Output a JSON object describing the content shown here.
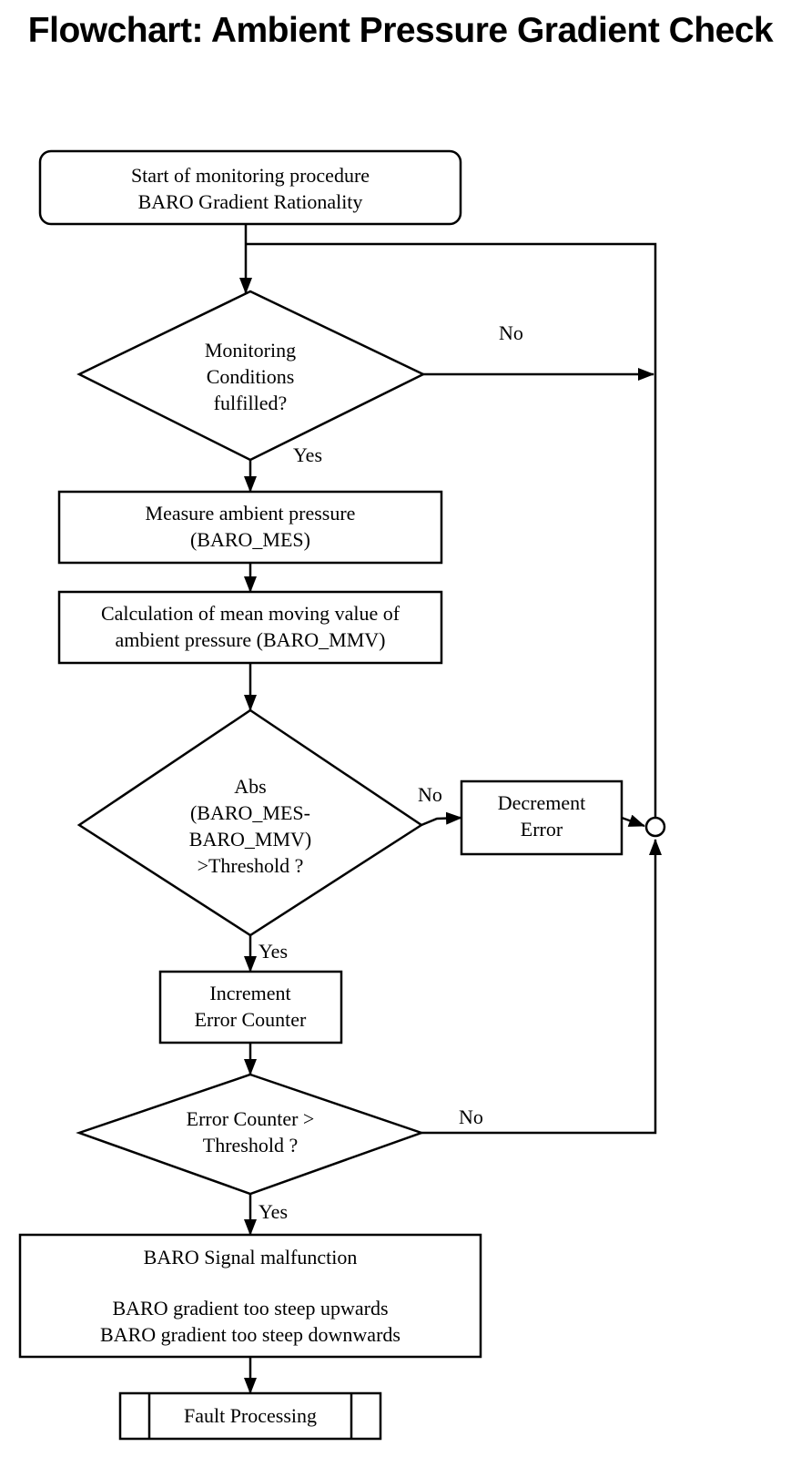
{
  "title": "Flowchart:  Ambient Pressure Gradient Check",
  "nodes": {
    "start": {
      "line1": "Start of monitoring procedure",
      "line2": "BARO Gradient Rationality"
    },
    "conditions": {
      "line1": "Monitoring",
      "line2": "Conditions",
      "line3": "fulfilled?"
    },
    "measure": {
      "line1": "Measure ambient pressure",
      "line2": "(BARO_MES)"
    },
    "calculate": {
      "line1": "Calculation of mean moving value of",
      "line2": "ambient pressure (BARO_MMV)"
    },
    "abs_check": {
      "line1": "Abs",
      "line2": "(BARO_MES-",
      "line3": "BARO_MMV)",
      "line4": ">Threshold ?"
    },
    "decrement": {
      "line1": "Decrement",
      "line2": "Error"
    },
    "increment": {
      "line1": "Increment",
      "line2": "Error Counter"
    },
    "counter_check": {
      "line1": "Error Counter >",
      "line2": "Threshold ?"
    },
    "malfunction": {
      "line1": "BARO Signal malfunction",
      "line2": "BARO gradient too steep upwards",
      "line3": "BARO gradient too steep downwards"
    },
    "fault": {
      "line1": "Fault Processing"
    }
  },
  "edge_labels": {
    "conditions_no": "No",
    "conditions_yes": "Yes",
    "abs_no": "No",
    "abs_yes": "Yes",
    "counter_no": "No",
    "counter_yes": "Yes"
  }
}
